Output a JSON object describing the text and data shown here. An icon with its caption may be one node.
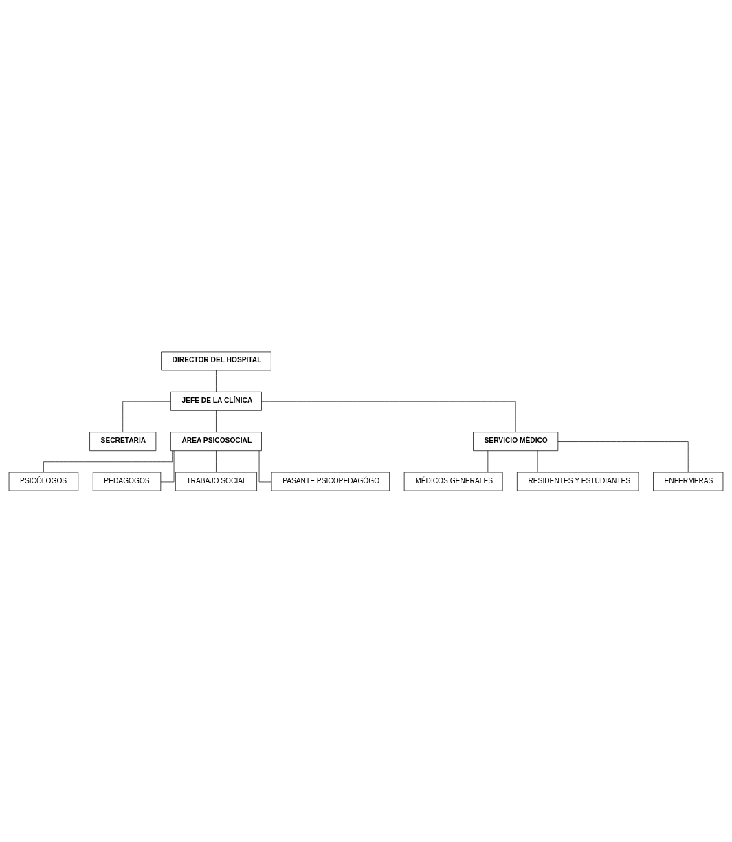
{
  "diagram": {
    "nodes": [
      {
        "text": [
          "DIRECTOR DEL HOSPITAL"
        ]
      },
      {
        "text": [
          "JEFE DE LA CLÍNICA"
        ]
      },
      {
        "text": [
          "SECRETARIA"
        ]
      },
      {
        "text": [
          "ÁREA PSICOSOCIAL"
        ]
      },
      {
        "text": [
          "SERVICIO MÉDICO"
        ]
      },
      {
        "text": [
          "PSICÓLOGOS"
        ]
      },
      {
        "text": [
          "PEDAGOGOS"
        ]
      },
      {
        "text": [
          "TRABAJO SOCIAL"
        ]
      },
      {
        "text": [
          "PASANTE PSICOPEDAGÓGO"
        ]
      },
      {
        "text": [
          "MÉDICOS GENERALES"
        ]
      },
      {
        "text": [
          "RESIDENTES Y ESTUDIANTES"
        ]
      },
      {
        "text": [
          "ENFERMERAS"
        ]
      }
    ],
    "edges": [
      {
        "from": 0,
        "to": 1,
        "arrow": "none"
      },
      {
        "from": 1,
        "to": 2,
        "arrow": "none"
      },
      {
        "from": 1,
        "to": 3,
        "arrow": "none"
      },
      {
        "from": 1,
        "to": 4,
        "arrow": "none"
      },
      {
        "from": 3,
        "to": 5,
        "arrow": "none"
      },
      {
        "from": 3,
        "to": 6,
        "arrow": "none"
      },
      {
        "from": 3,
        "to": 7,
        "arrow": "none"
      },
      {
        "from": 3,
        "to": 8,
        "arrow": "none"
      },
      {
        "from": 4,
        "to": 9,
        "arrow": "none"
      },
      {
        "from": 4,
        "to": 10,
        "arrow": "none"
      },
      {
        "from": 4,
        "to": 11,
        "arrow": "none"
      }
    ]
  }
}
